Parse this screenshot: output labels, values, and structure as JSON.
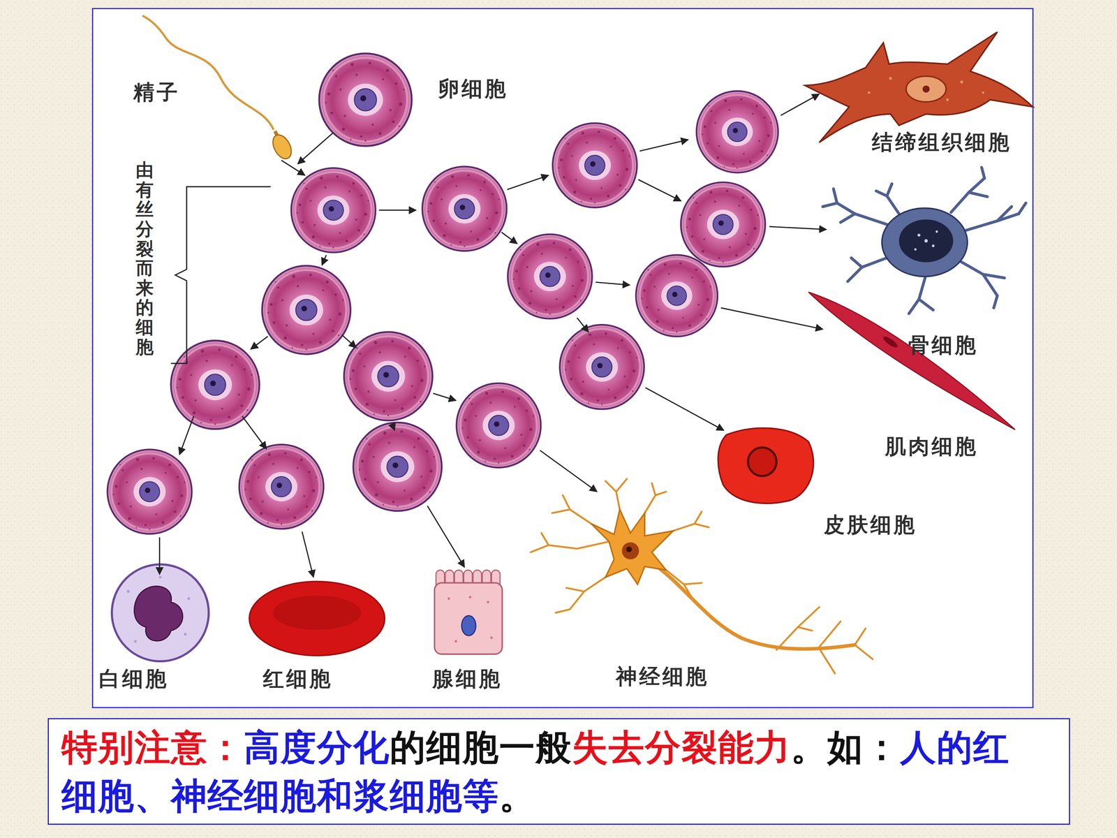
{
  "diagram": {
    "nodes": [
      {
        "text": [
          "特别注意：",
          "高度分化",
          "的细胞一般",
          "失去分裂能力",
          "。如：",
          "人的红细胞、神经细胞和浆细胞等",
          "。"
        ]
      }
    ],
    "labels": [
      "精子",
      "卵细胞",
      "由有丝分裂而来的细胞",
      "结缔组织细胞",
      "骨细胞",
      "肌肉细胞",
      "皮肤细胞",
      "白细胞",
      "红细胞",
      "腺细胞",
      "神经细胞"
    ]
  }
}
